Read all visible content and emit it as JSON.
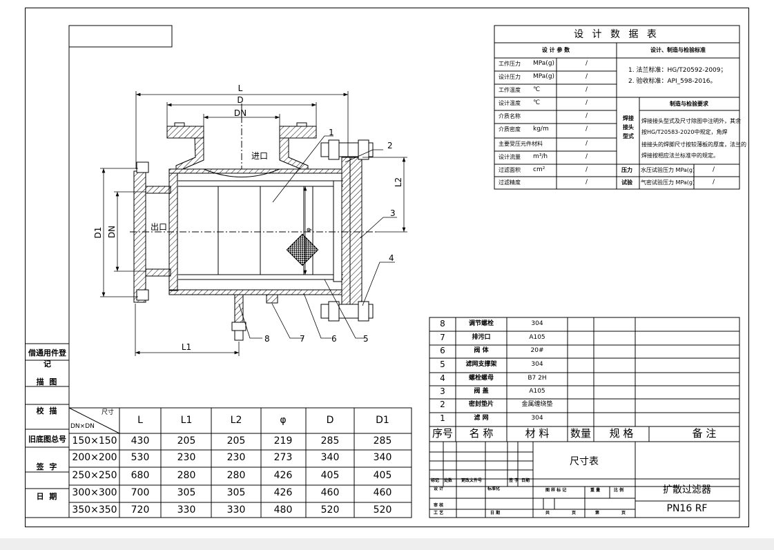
{
  "drawing": {
    "dims": {
      "L": "L",
      "D": "D",
      "DN": "DN",
      "L1": "L1",
      "L2": "L2",
      "D1": "D1",
      "DN_side": "DN",
      "phi": "φ"
    },
    "flow": {
      "inlet": "进口",
      "outlet": "出口"
    },
    "callouts": [
      "1",
      "2",
      "3",
      "4",
      "5",
      "6",
      "7",
      "8"
    ]
  },
  "sidebar": {
    "labels": [
      "借通用件登记",
      "描 图",
      "校 描",
      "旧底图总号",
      "签 字",
      "日 期"
    ]
  },
  "design_table": {
    "title": "设 计 数 据 表",
    "col_left": "设 计 参 数",
    "col_right": "设计、制造与检验标准",
    "rows": [
      {
        "name": "工作压力",
        "unit": "MPa(g)",
        "value": "/"
      },
      {
        "name": "设计压力",
        "unit": "MPa(g)",
        "value": "/"
      },
      {
        "name": "工作温度",
        "unit": "℃",
        "value": "/"
      },
      {
        "name": "设计温度",
        "unit": "℃",
        "value": "/"
      },
      {
        "name": "介质名称",
        "unit": "",
        "value": "/"
      },
      {
        "name": "介质密度",
        "unit": "kg/m",
        "value": "/"
      },
      {
        "name": "主要受压元件材料",
        "unit": "",
        "value": "/"
      },
      {
        "name": "设计流量",
        "unit": "m³/h",
        "value": "/"
      },
      {
        "name": "过滤面积",
        "unit": "cm²",
        "value": "/"
      },
      {
        "name": "过滤精度",
        "unit": "",
        "value": "/"
      }
    ],
    "standards": [
      "1. 法兰标准：HG/T20592-2009；",
      "2. 验收标准：API_598-2016。"
    ],
    "mfg_header": "制造与检验要求",
    "weld_label": [
      "焊接",
      "接头",
      "型式"
    ],
    "weld_text": [
      "焊接接头型式及尺寸除图中注明外，其余",
      "按HG/T20583-2020中规定，角焊",
      "接接头的焊脚尺寸按较薄板的厚度，法兰的",
      "焊接按相应法兰标准中的规定。"
    ],
    "pressure_label": [
      "压力",
      "试验"
    ],
    "hydro": "水压试验压力 MPa(g)",
    "air": "气密试验压力 MPa(g)",
    "slash": "/"
  },
  "bom": {
    "rows": [
      {
        "no": "8",
        "name": "调节螺栓",
        "material": "304"
      },
      {
        "no": "7",
        "name": "排污口",
        "material": "A105"
      },
      {
        "no": "6",
        "name": "阀 体",
        "material": "20#"
      },
      {
        "no": "5",
        "name": "滤网支撑架",
        "material": "304"
      },
      {
        "no": "4",
        "name": "螺栓螺母",
        "material": "B7 2H"
      },
      {
        "no": "3",
        "name": "阀 盖",
        "material": "A105"
      },
      {
        "no": "2",
        "name": "密封垫片",
        "material": "金属缠绕垫"
      },
      {
        "no": "1",
        "name": "滤 网",
        "material": "304"
      }
    ],
    "header": {
      "no": "序号",
      "name": "名 称",
      "material": "材 料",
      "qty": "数量",
      "spec": "规 格",
      "note": "备 注"
    }
  },
  "size_table": {
    "corner_top": "尺寸",
    "corner_bottom": "DN×DN",
    "headers": [
      "L",
      "L1",
      "L2",
      "φ",
      "D",
      "D1"
    ],
    "rows": [
      {
        "dn": "150×150",
        "vals": [
          "430",
          "205",
          "205",
          "219",
          "285",
          "285"
        ]
      },
      {
        "dn": "200×200",
        "vals": [
          "530",
          "230",
          "230",
          "273",
          "340",
          "340"
        ]
      },
      {
        "dn": "250×250",
        "vals": [
          "680",
          "280",
          "280",
          "426",
          "405",
          "405"
        ]
      },
      {
        "dn": "300×300",
        "vals": [
          "700",
          "305",
          "305",
          "426",
          "460",
          "460"
        ]
      },
      {
        "dn": "350×350",
        "vals": [
          "720",
          "330",
          "330",
          "480",
          "520",
          "520"
        ]
      }
    ]
  },
  "title_block": {
    "sheet": "尺寸表",
    "product": "扩散过滤器",
    "model": "PN16 RF",
    "row_labels": [
      "标记",
      "处数",
      "更改文件号",
      "签 字",
      "日期"
    ],
    "design": "设 计",
    "standard": "标准化",
    "stage": "图 样 标 记",
    "weight": "重 量",
    "scale": "比 例",
    "review": "审 核",
    "process": "工 艺",
    "date": "日 期",
    "total": "共",
    "page": "页",
    "sheet_no": "第",
    "page2": "页"
  }
}
